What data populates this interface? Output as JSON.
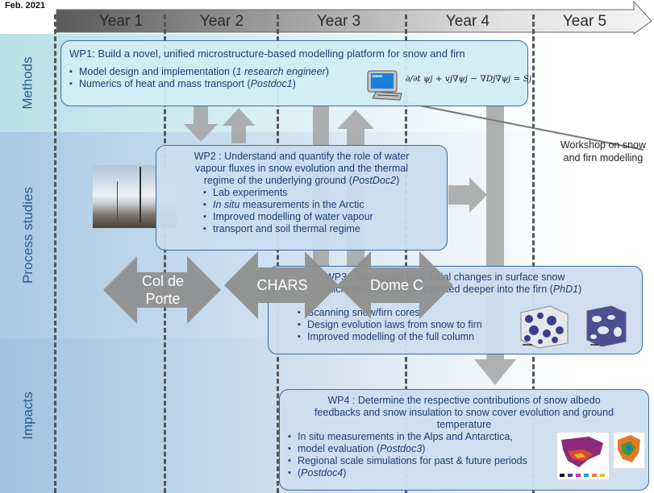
{
  "timeline": {
    "date": "Feb. 2021",
    "years": [
      "Year 1",
      "Year 2",
      "Year 3",
      "Year 4",
      "Year 5"
    ]
  },
  "bands": {
    "methods": "Methods",
    "process": "Process studies",
    "impacts": "Impacts"
  },
  "wp1": {
    "title": "WP1: Build a novel, unified microstructure-based modelling platform for snow and firn",
    "items": [
      {
        "text": "Model design and implementation (",
        "em": "1 research engineer",
        "after": ")"
      },
      {
        "text": "Numerics of heat and mass transport (",
        "em": "Postdoc1",
        "after": ")"
      }
    ],
    "equation": "∂/∂t ψj + vj∇ψj − ∇Dj∇ψj = Sj",
    "computer_icon": "computer-icon"
  },
  "workshop": {
    "line1": "Workshop on snow",
    "line2": "and firn modelling"
  },
  "wp2": {
    "line1": "WP2 : Understand and quantify the role of water",
    "line2": "vapour fluxes in snow evolution and the thermal",
    "line3_pre": "regime of the underlying ground (",
    "line3_em": "PostDoc2",
    "line3_post": ")",
    "items": [
      {
        "pre": "",
        "em": "",
        "text": "Lab experiments"
      },
      {
        "pre": "",
        "em": "In situ",
        "text": " measurements in the Arctic"
      },
      {
        "pre": "",
        "em": "",
        "text": "Improved modelling of water vapour"
      },
      {
        "pre": "",
        "em": "",
        "text": "transport and soil thermal regime"
      }
    ],
    "photo": "snow-field-photo"
  },
  "wp3": {
    "line1": "WP3 : Investigate how initial changes in surface snow",
    "line2_pre": "microstructure are propagated deeper into the firn (",
    "line2_em": "PhD1",
    "line2_post": ")",
    "items": [
      "Scanning snow/firn cores",
      "Design evolution laws from snow to firn",
      "Improved modelling of the full column"
    ],
    "images": [
      "snow-microstructure-3d",
      "firn-microstructure-3d"
    ]
  },
  "wp4": {
    "line1": "WP4 : Determine the respective contributions of snow albedo",
    "line2": "feedbacks and snow insulation to snow cover evolution and ground",
    "line3": "temperature",
    "items": [
      {
        "text": "In situ measurements in the Alps and Antarctica,"
      },
      {
        "text": "model evaluation (",
        "em": "Postdoc3",
        "after": ")"
      },
      {
        "text": "Regional scale simulations for past & future periods"
      },
      {
        "text": "(",
        "em": "Postdoc4",
        "after": ")"
      }
    ],
    "maps": [
      "north-america-map",
      "europe-map"
    ]
  },
  "sites": {
    "col_de_porte": "Col de Porte",
    "chars": "CHARS",
    "dome_c": "Dome C"
  },
  "colors": {
    "band_methods": "#bfe2ea",
    "band_process": "#b9d3e6",
    "band_impacts": "#a9c8e2",
    "box_border": "#3a6aa0",
    "text": "#1e3c72",
    "arrow_grey": "#9a9a9a"
  }
}
